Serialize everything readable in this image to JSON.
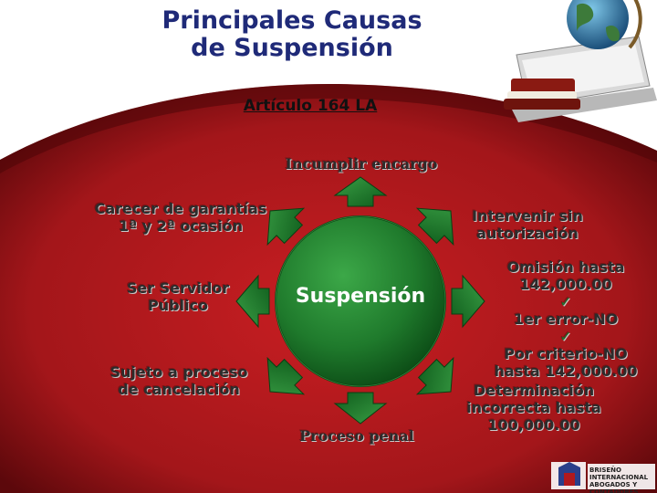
{
  "title_line1": "Principales Causas",
  "title_line2": "de Suspensión",
  "subtitle": "Artículo 164 LA",
  "center": "Suspensión",
  "labels": {
    "incumplir": "Incumplir encargo",
    "carecer_1": "Carecer de garantías",
    "carecer_2": "1ª y 2ª ocasión",
    "intervenir_1": "Intervenir sin",
    "intervenir_2": "autorización",
    "servidor_1": "Ser Servidor",
    "servidor_2": "Público",
    "omision_1": "Omisión hasta",
    "omision_2": "142,000.00",
    "omision_3": "1er error-NO",
    "omision_4": "Por criterio-NO",
    "omision_5": "hasta 142,000.00",
    "sujeto_1": "Sujeto a proceso",
    "sujeto_2": "de cancelación",
    "determinacion_1": "Determinación",
    "determinacion_2": "incorrecta hasta",
    "determinacion_3": "100,000.00",
    "proceso": "Proceso penal"
  },
  "logo_text_1": "BRISEÑO INTERNACIONAL",
  "logo_text_2": "ABOGADOS Y CONTADORES",
  "colors": {
    "red_dark": "#6e0a0e",
    "red_mid": "#b0191d",
    "green_dark": "#0d5a1a",
    "green_light": "#2f9a3c",
    "title_blue": "#1f2a78"
  },
  "icons": [
    "check-icon",
    "globe-icon",
    "book-icon",
    "laptop-icon",
    "logo-icon"
  ]
}
